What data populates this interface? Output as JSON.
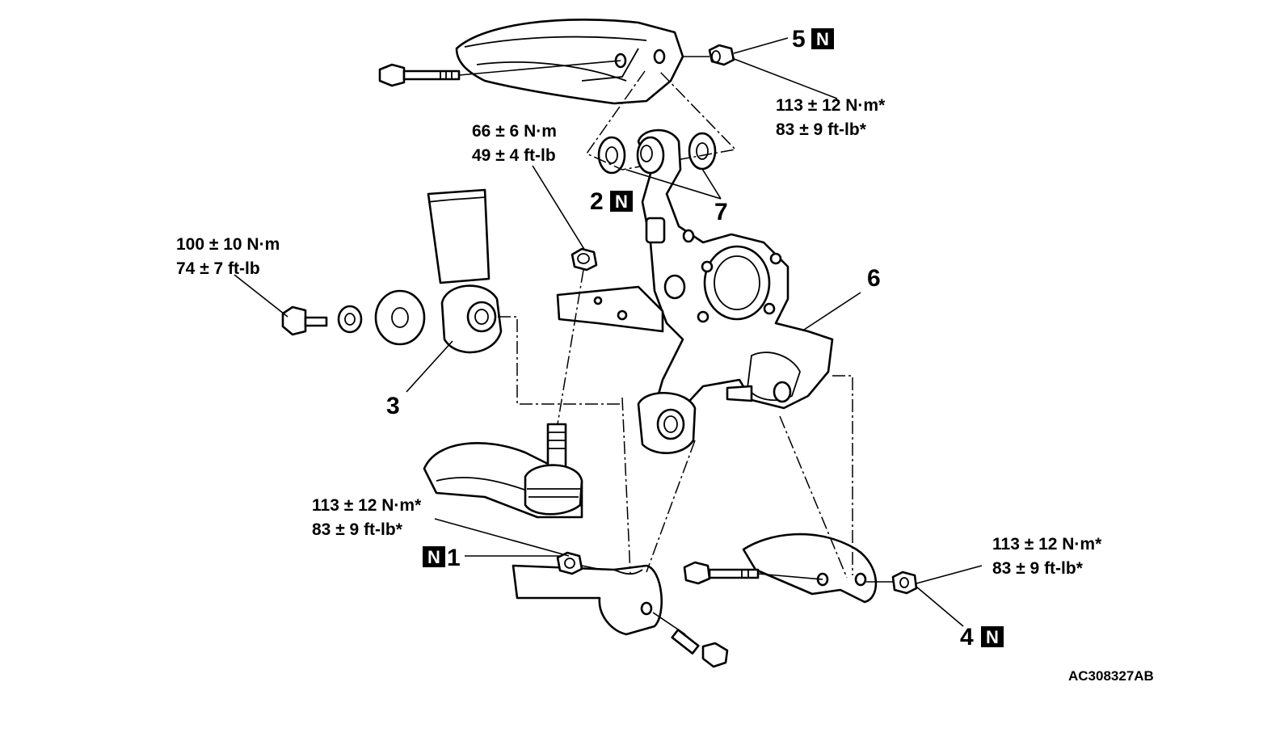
{
  "diagram": {
    "figure_id": "AC308327AB",
    "torque_labels": {
      "upper_right": {
        "line1": "113 ± 12 N·m*",
        "line2": "83 ± 9 ft-lb*"
      },
      "ball_joint": {
        "line1": "66 ± 6 N·m",
        "line2": "49 ± 4 ft-lb"
      },
      "shock": {
        "line1": "100 ± 10 N·m",
        "line2": "74 ± 7 ft-lb"
      },
      "lower_left": {
        "line1": "113 ± 12 N·m*",
        "line2": "83 ± 9 ft-lb*"
      },
      "lower_right": {
        "line1": "113 ± 12 N·m*",
        "line2": "83 ± 9 ft-lb*"
      }
    },
    "callouts": {
      "c1": "1",
      "c2": "2",
      "c3": "3",
      "c4": "4",
      "c5": "5",
      "c6": "6",
      "c7": "7"
    },
    "badge_letter": "N"
  }
}
